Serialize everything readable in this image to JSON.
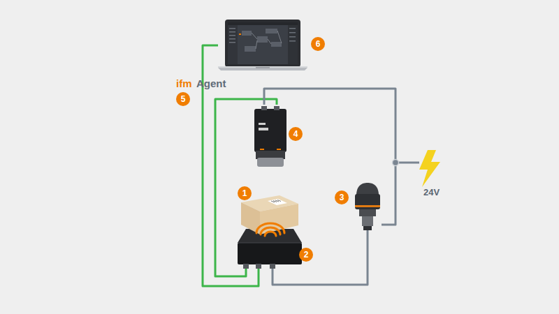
{
  "diagram": {
    "nodes": [
      {
        "text": [
          "6"
        ]
      },
      {
        "text": [
          "4"
        ]
      },
      {
        "text": [
          "3"
        ]
      },
      {
        "text": [
          "1"
        ]
      },
      {
        "text": [
          "2"
        ]
      }
    ],
    "edges": [
      {
        "from": 0,
        "to": 4,
        "arrow": "none"
      },
      {
        "from": 1,
        "to": 4,
        "arrow": "none"
      },
      {
        "from": 1,
        "to": 2,
        "arrow": "none"
      },
      {
        "from": 2,
        "to": 4,
        "arrow": "none"
      }
    ],
    "labels": [
      "ifm",
      "Agent",
      "5",
      "24V"
    ]
  }
}
